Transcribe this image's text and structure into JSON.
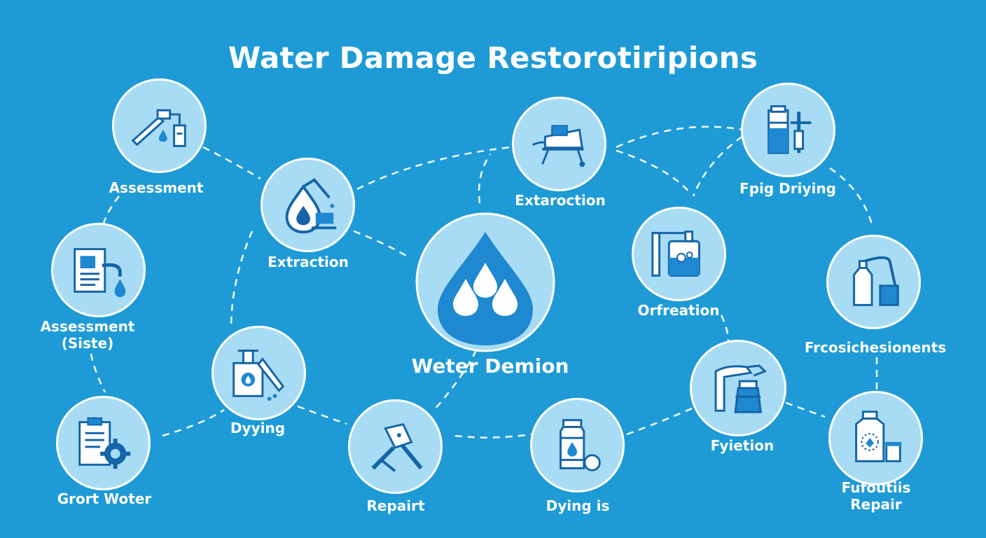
{
  "title": "Water Damage Restorotiripions",
  "center": {
    "label": "Weter Demion",
    "icon": "water-drops-icon"
  },
  "nodes": [
    {
      "label": "Assessment",
      "icon": "hose-sprayer-icon"
    },
    {
      "label": "Extraction",
      "icon": "extraction-pump-icon"
    },
    {
      "label": "Extaroction",
      "icon": "extraction-cart-icon"
    },
    {
      "label": "Fpig Driying",
      "icon": "drying-pump-icon"
    },
    {
      "label": "Assessment\n(Siste)",
      "icon": "document-faucet-icon"
    },
    {
      "label": "Orfreation",
      "icon": "water-tank-icon"
    },
    {
      "label": "Frcosichesionents",
      "icon": "bottle-faucet-icon"
    },
    {
      "label": "Dyying",
      "icon": "sprayer-machine-icon"
    },
    {
      "label": "Grort Woter",
      "icon": "clipboard-gear-icon"
    },
    {
      "label": "Repairt",
      "icon": "repair-tool-icon"
    },
    {
      "label": "Dying is",
      "icon": "bottle-drop-icon"
    },
    {
      "label": "Fyietion",
      "icon": "spray-gun-icon"
    },
    {
      "label": "Fufoutiis\nRepair",
      "icon": "chemical-bottle-icon"
    }
  ],
  "colors": {
    "background": "#1e9bd6",
    "node_fill": "#a8dcf4",
    "icon_dark": "#1565a8",
    "icon_mid": "#1e88d0",
    "white": "#ffffff"
  }
}
